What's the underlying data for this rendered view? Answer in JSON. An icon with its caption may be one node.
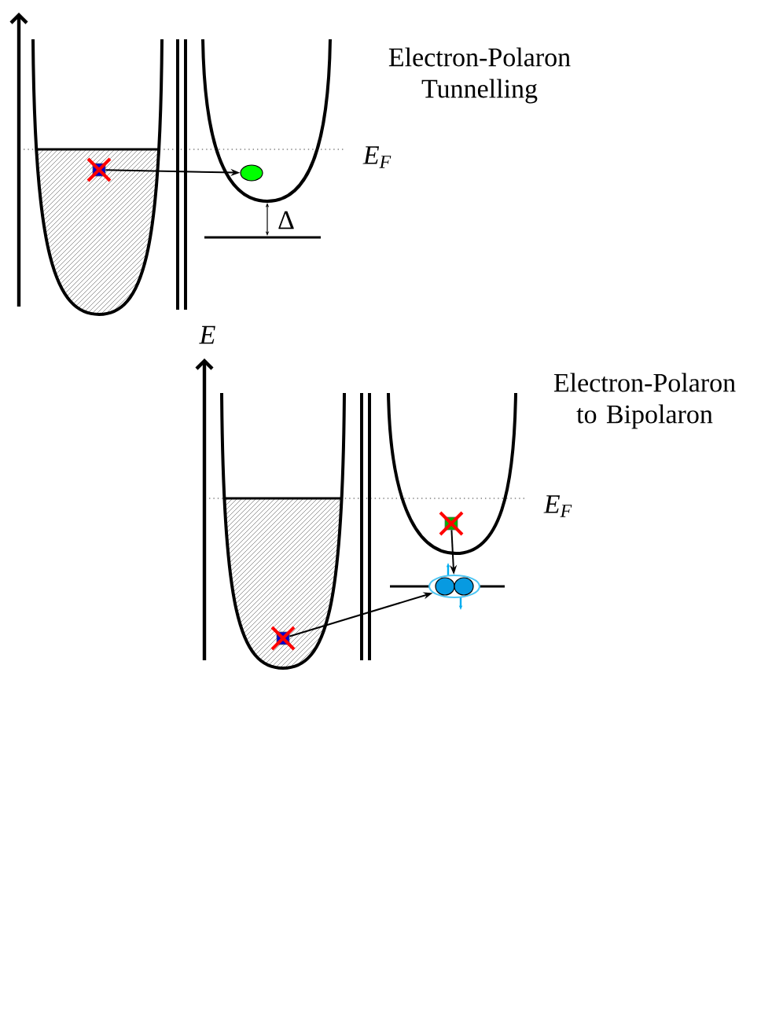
{
  "diagram": {
    "nodes": [
      {
        "text": [],
        "shape": "box"
      },
      {
        "text": [],
        "shape": "circle"
      },
      {
        "text": [],
        "shape": "box"
      },
      {
        "text": [],
        "shape": "box"
      },
      {
        "text": [],
        "shape": "circle"
      }
    ],
    "edges": [
      {
        "from": 0,
        "to": 1,
        "arrow": "to"
      },
      {
        "from": 2,
        "to": 4,
        "arrow": "to"
      },
      {
        "from": 3,
        "to": 4,
        "arrow": "to"
      }
    ],
    "labels": [
      "Electron-Polaron Tunnelling",
      "E$_{F}$",
      "Δ",
      "E",
      "Electron-Polaron to Bipolaron",
      "E$_{F}$"
    ]
  }
}
